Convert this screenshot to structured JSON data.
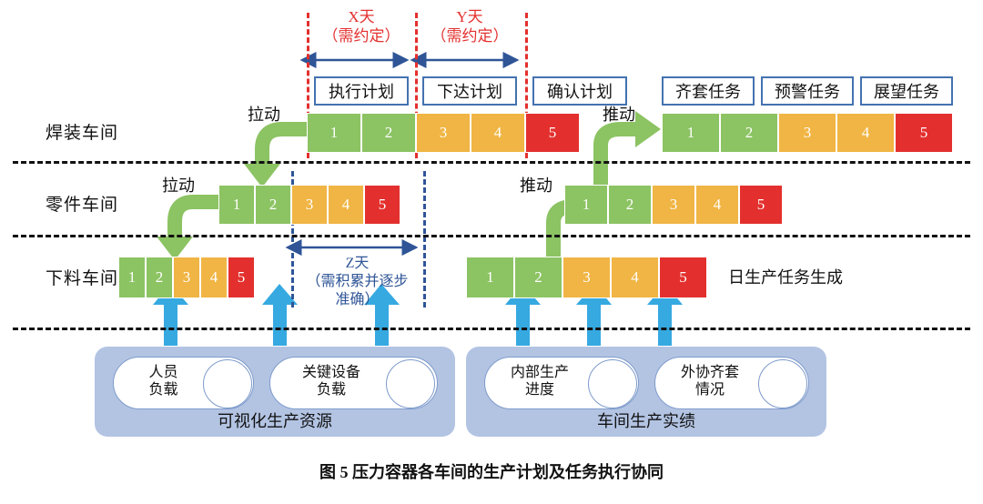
{
  "figure": {
    "caption": "图 5   压力容器各车间的生产计划及任务执行协同"
  },
  "colors": {
    "green": "#8CC363",
    "orange": "#F0B544",
    "red_block": "#E3302E",
    "red_dash": "#E3302E",
    "blue_dash": "#2F5597",
    "blue_box_border": "#4472B0",
    "panel_fill": "#B3C4E3",
    "arrow_green": "#8CC363",
    "arrow_blue": "#36A9E1"
  },
  "timeline_annotations": [
    {
      "id": "x",
      "label": "X天",
      "sub": "（需约定）"
    },
    {
      "id": "y",
      "label": "Y天",
      "sub": "（需约定）"
    }
  ],
  "z_annotation": {
    "label": "Z天",
    "sub_line1": "（需积累并逐步",
    "sub_line2": "准确）"
  },
  "plan_boxes": [
    {
      "id": "exec",
      "label": "执行计划"
    },
    {
      "id": "issue",
      "label": "下达计划"
    },
    {
      "id": "confirm",
      "label": "确认计划"
    }
  ],
  "task_boxes": [
    {
      "id": "complete-set",
      "label": "齐套任务"
    },
    {
      "id": "early-warning",
      "label": "预警任务"
    },
    {
      "id": "outlook",
      "label": "展望任务"
    }
  ],
  "rows": [
    {
      "id": "welding",
      "label": "焊装车间"
    },
    {
      "id": "parts",
      "label": "零件车间"
    },
    {
      "id": "cutting",
      "label": "下料车间"
    }
  ],
  "arrow_labels": {
    "pull_1": "拉动",
    "pull_2": "拉动",
    "push_1": "推动",
    "push_2": "推动"
  },
  "side_label": "日生产任务生成",
  "blocks": {
    "legend_numbers": [
      "1",
      "2",
      "3",
      "4",
      "5"
    ],
    "legend_colors": [
      "g",
      "g",
      "o",
      "o",
      "r"
    ],
    "sets": [
      {
        "id": "welding-left",
        "numbers": [
          "1",
          "2",
          "3",
          "4",
          "5"
        ],
        "colors": [
          "g",
          "g",
          "o",
          "o",
          "r"
        ]
      },
      {
        "id": "welding-right",
        "numbers": [
          "1",
          "2",
          "3",
          "4",
          "5"
        ],
        "colors": [
          "g",
          "g",
          "o",
          "o",
          "r"
        ]
      },
      {
        "id": "parts-left",
        "numbers": [
          "1",
          "2",
          "3",
          "4",
          "5"
        ],
        "colors": [
          "g",
          "g",
          "o",
          "o",
          "r"
        ]
      },
      {
        "id": "parts-right",
        "numbers": [
          "1",
          "2",
          "3",
          "4",
          "5"
        ],
        "colors": [
          "g",
          "g",
          "o",
          "o",
          "r"
        ]
      },
      {
        "id": "cutting-left",
        "numbers": [
          "1",
          "2",
          "3",
          "4",
          "5"
        ],
        "colors": [
          "g",
          "g",
          "o",
          "o",
          "r"
        ]
      },
      {
        "id": "cutting-right",
        "numbers": [
          "1",
          "2",
          "3",
          "4",
          "5"
        ],
        "colors": [
          "g",
          "g",
          "o",
          "o",
          "r"
        ]
      }
    ]
  },
  "panels": [
    {
      "id": "visual-resources",
      "title": "可视化生产资源",
      "pills": [
        {
          "id": "personnel-load",
          "line1": "人员",
          "line2": "负载"
        },
        {
          "id": "key-equipment-load",
          "line1": "关键设备",
          "line2": "负载"
        }
      ]
    },
    {
      "id": "workshop-performance",
      "title": "车间生产实绩",
      "pills": [
        {
          "id": "internal-progress",
          "line1": "内部生产",
          "line2": "进度"
        },
        {
          "id": "outsourcing-status",
          "line1": "外协齐套",
          "line2": "情况"
        }
      ]
    }
  ]
}
